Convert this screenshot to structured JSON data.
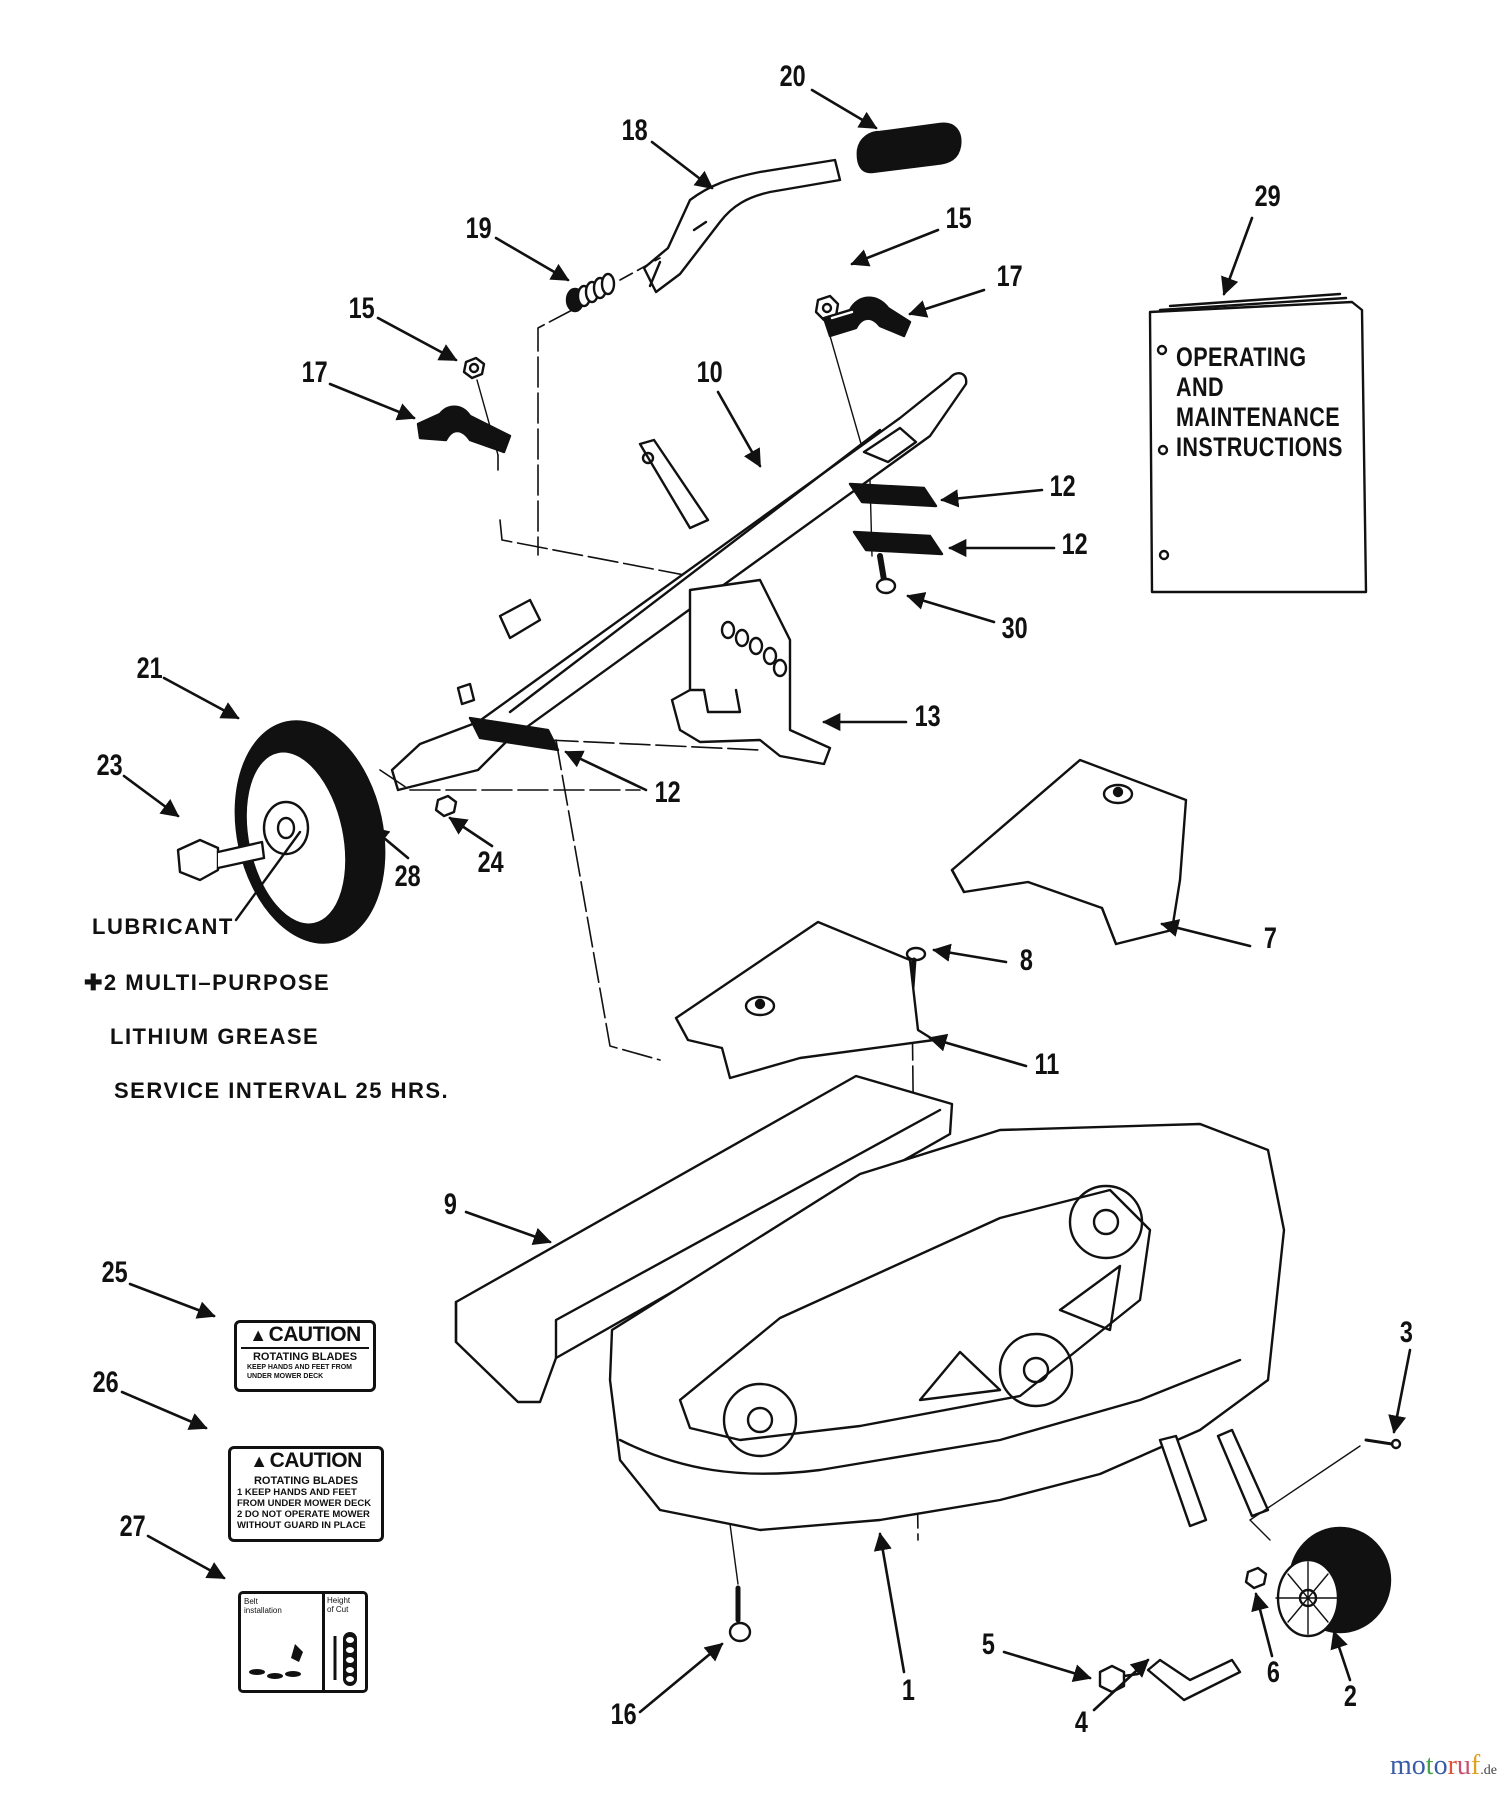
{
  "diagram": {
    "title": "Mower Deck Assembly Parts Diagram",
    "callouts": [
      {
        "id": "callout-20",
        "label": "20",
        "part": "grip"
      },
      {
        "id": "callout-18",
        "label": "18",
        "part": "lift handle"
      },
      {
        "id": "callout-19",
        "label": "19",
        "part": "spring"
      },
      {
        "id": "callout-15a",
        "label": "15",
        "part": "nut"
      },
      {
        "id": "callout-17a",
        "label": "17",
        "part": "strap bracket"
      },
      {
        "id": "callout-29",
        "label": "29",
        "part": "operating manual"
      },
      {
        "id": "callout-15b",
        "label": "15",
        "part": "nut"
      },
      {
        "id": "callout-17b",
        "label": "17",
        "part": "strap bracket"
      },
      {
        "id": "callout-10",
        "label": "10",
        "part": "lift arm"
      },
      {
        "id": "callout-12a",
        "label": "12",
        "part": "spacer plate"
      },
      {
        "id": "callout-12b",
        "label": "12",
        "part": "spacer plate"
      },
      {
        "id": "callout-30",
        "label": "30",
        "part": "screw"
      },
      {
        "id": "callout-21",
        "label": "21",
        "part": "wheel"
      },
      {
        "id": "callout-13",
        "label": "13",
        "part": "height adjust bracket"
      },
      {
        "id": "callout-23",
        "label": "23",
        "part": "shoulder bolt"
      },
      {
        "id": "callout-12c",
        "label": "12",
        "part": "spacer plate"
      },
      {
        "id": "callout-28",
        "label": "28",
        "part": "washer"
      },
      {
        "id": "callout-24",
        "label": "24",
        "part": "nut"
      },
      {
        "id": "callout-7",
        "label": "7",
        "part": "belt cover right"
      },
      {
        "id": "callout-8",
        "label": "8",
        "part": "screw"
      },
      {
        "id": "callout-11",
        "label": "11",
        "part": "belt cover left"
      },
      {
        "id": "callout-9",
        "label": "9",
        "part": "discharge guard"
      },
      {
        "id": "callout-25",
        "label": "25",
        "part": "caution decal"
      },
      {
        "id": "callout-26",
        "label": "26",
        "part": "caution decal"
      },
      {
        "id": "callout-27",
        "label": "27",
        "part": "instruction decal"
      },
      {
        "id": "callout-3",
        "label": "3",
        "part": "cotter pin"
      },
      {
        "id": "callout-5",
        "label": "5",
        "part": "bolt"
      },
      {
        "id": "callout-1",
        "label": "1",
        "part": "mower deck"
      },
      {
        "id": "callout-6",
        "label": "6",
        "part": "nut"
      },
      {
        "id": "callout-16",
        "label": "16",
        "part": "screw"
      },
      {
        "id": "callout-4",
        "label": "4",
        "part": "roller bracket"
      },
      {
        "id": "callout-2",
        "label": "2",
        "part": "roller"
      }
    ],
    "manual": {
      "lines": [
        "OPERATING",
        "AND",
        "MAINTENANCE",
        "INSTRUCTIONS"
      ]
    },
    "lubricant_note": {
      "lines": [
        "LUBRICANT",
        "✚2 MULTI–PURPOSE",
        "LITHIUM GREASE",
        "SERVICE INTERVAL 25 HRS."
      ]
    },
    "decal_25": {
      "heading": "CAUTION",
      "subheading": "ROTATING BLADES",
      "lines": [
        "KEEP HANDS AND FEET FROM",
        "UNDER MOWER DECK"
      ]
    },
    "decal_26": {
      "heading": "CAUTION",
      "subheading": "ROTATING BLADES",
      "lines": [
        "1  KEEP HANDS AND FEET",
        "   FROM UNDER MOWER DECK",
        "2  DO NOT OPERATE MOWER",
        "   WITHOUT GUARD IN PLACE"
      ]
    },
    "decal_27": {
      "left_title": "Belt",
      "left_sub": "installation",
      "right_title": "Height",
      "right_sub": "of Cut"
    },
    "warning_icon": "warning-triangle-icon"
  },
  "watermark": {
    "letters": [
      "m",
      "o",
      "t",
      "o",
      "r",
      "u",
      "f"
    ],
    "colors": [
      "#3a5ca8",
      "#3a5ca8",
      "#4aa34a",
      "#3a5ca8",
      "#e0533a",
      "#c8506e",
      "#e0a020"
    ],
    "tld": ".de"
  }
}
